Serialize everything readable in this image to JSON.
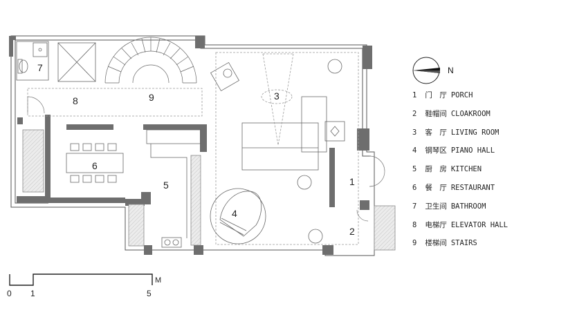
{
  "rooms": [
    {
      "num": "1",
      "cn": "门　厅",
      "en": "PORCH"
    },
    {
      "num": "2",
      "cn": "鞋帽间",
      "en": "CLOAKROOM"
    },
    {
      "num": "3",
      "cn": "客　厅",
      "en": "LIVING ROOM"
    },
    {
      "num": "4",
      "cn": "钢琴区",
      "en": "PIANO HALL"
    },
    {
      "num": "5",
      "cn": "厨　房",
      "en": "KITCHEN"
    },
    {
      "num": "6",
      "cn": "餐　厅",
      "en": "RESTAURANT"
    },
    {
      "num": "7",
      "cn": "卫生间",
      "en": "BATHROOM"
    },
    {
      "num": "8",
      "cn": "电梯厅",
      "en": "ELEVATOR HALL"
    },
    {
      "num": "9",
      "cn": "楼梯间",
      "en": "STAIRS"
    }
  ],
  "north": {
    "label": "N",
    "icon": "north-arrow-icon"
  },
  "scale": {
    "ticks": [
      "0",
      "1",
      "5"
    ],
    "unit": "M"
  },
  "colors": {
    "wall": "#6e6e6e",
    "line": "#555555",
    "dash": "#9a9a9a",
    "hatch": "#d9d9d9"
  }
}
